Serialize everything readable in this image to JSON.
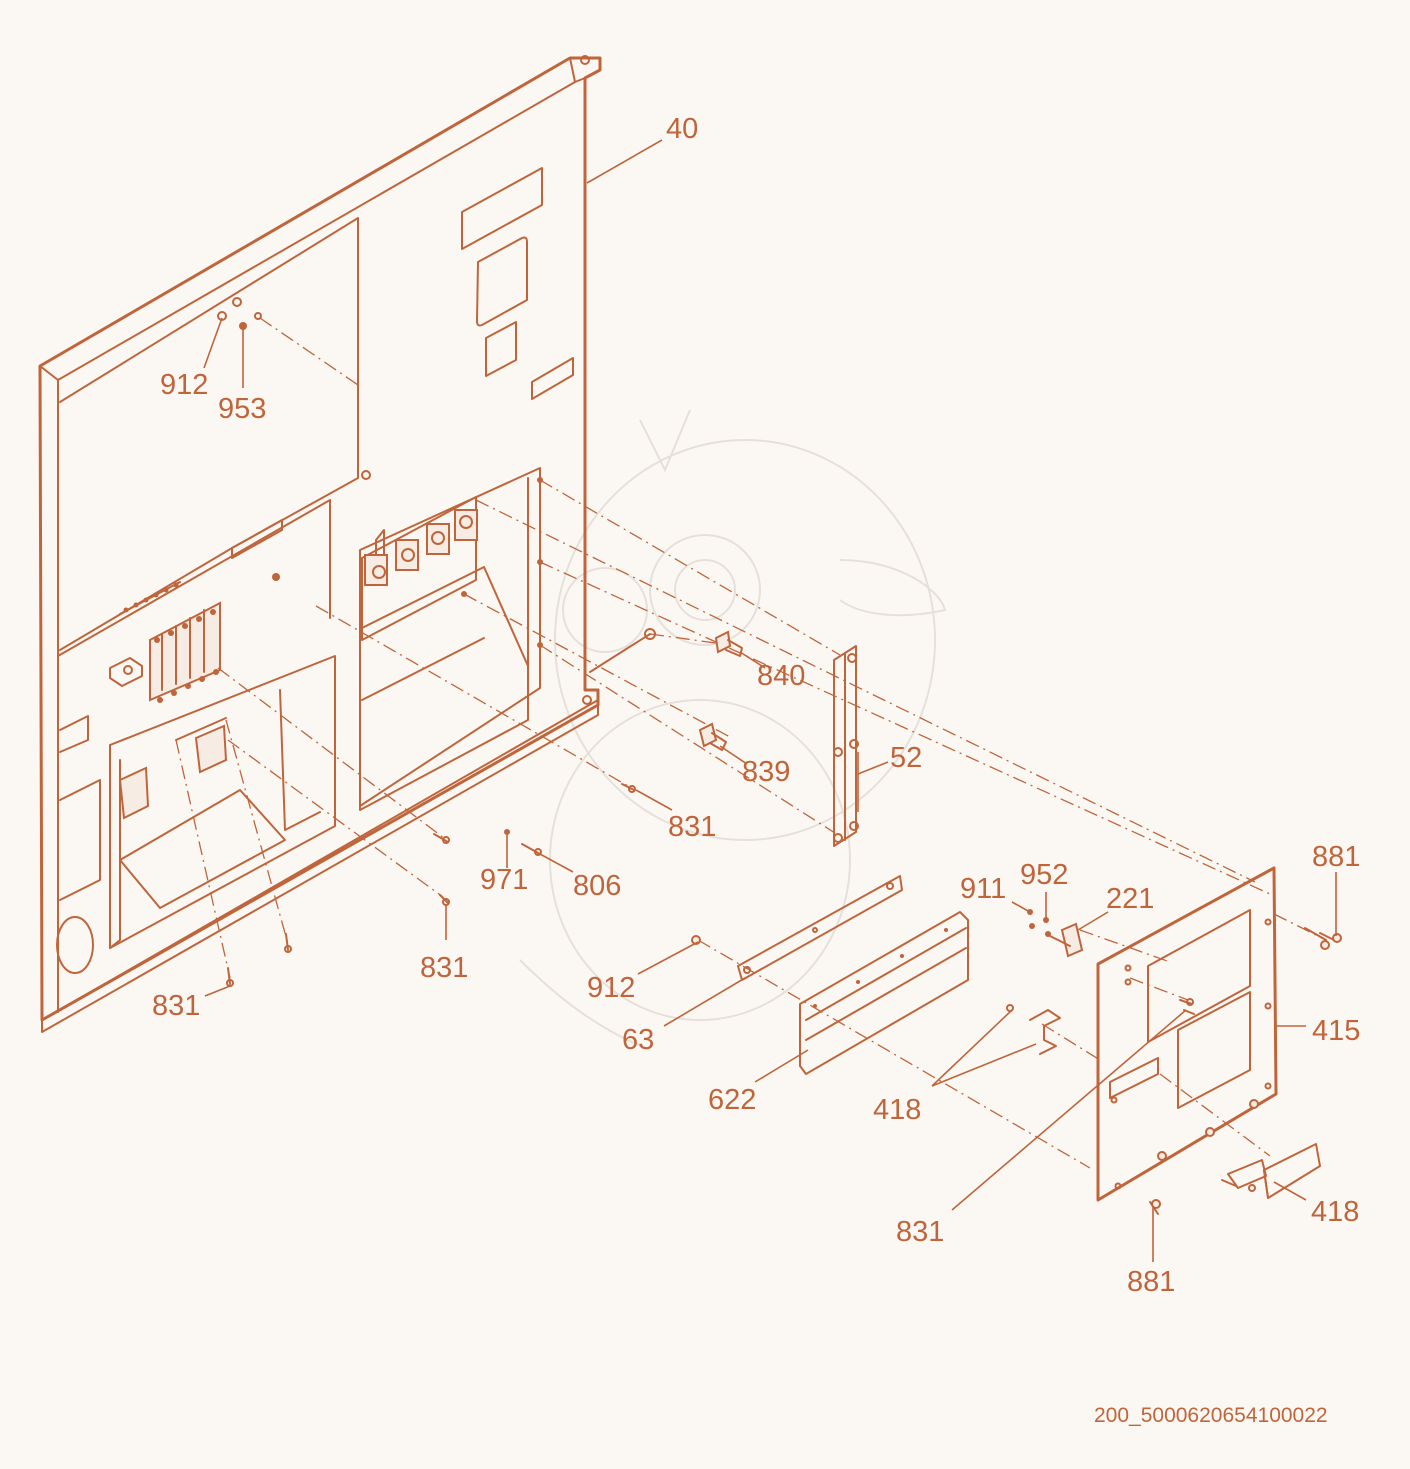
{
  "diagram": {
    "document_id": "200_5000620654100022",
    "parts": [
      {
        "id": "part-40",
        "label": "40"
      },
      {
        "id": "part-912-top",
        "label": "912"
      },
      {
        "id": "part-953",
        "label": "953"
      },
      {
        "id": "part-840",
        "label": "840"
      },
      {
        "id": "part-839",
        "label": "839"
      },
      {
        "id": "part-52",
        "label": "52"
      },
      {
        "id": "part-831-mid",
        "label": "831"
      },
      {
        "id": "part-971",
        "label": "971"
      },
      {
        "id": "part-806",
        "label": "806"
      },
      {
        "id": "part-831-center",
        "label": "831"
      },
      {
        "id": "part-831-left",
        "label": "831"
      },
      {
        "id": "part-912-lower",
        "label": "912"
      },
      {
        "id": "part-63",
        "label": "63"
      },
      {
        "id": "part-622",
        "label": "622"
      },
      {
        "id": "part-911",
        "label": "911"
      },
      {
        "id": "part-952",
        "label": "952"
      },
      {
        "id": "part-221",
        "label": "221"
      },
      {
        "id": "part-881-top",
        "label": "881"
      },
      {
        "id": "part-415",
        "label": "415"
      },
      {
        "id": "part-418-mid",
        "label": "418"
      },
      {
        "id": "part-418-right",
        "label": "418"
      },
      {
        "id": "part-831-bottom",
        "label": "831"
      },
      {
        "id": "part-881-bottom",
        "label": "881"
      }
    ]
  }
}
